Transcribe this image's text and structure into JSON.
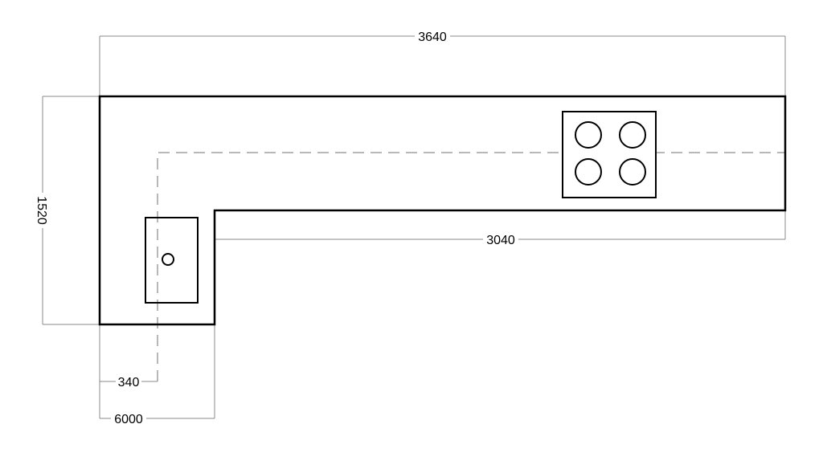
{
  "dimensions": {
    "overall_length": "3640",
    "overall_depth": "1520",
    "inner_run": "3040",
    "sink_offset": "340",
    "return_width": "6000"
  },
  "colors": {
    "outline": "#000000",
    "dimension": "#808080",
    "centerline": "#a0a0a0"
  }
}
